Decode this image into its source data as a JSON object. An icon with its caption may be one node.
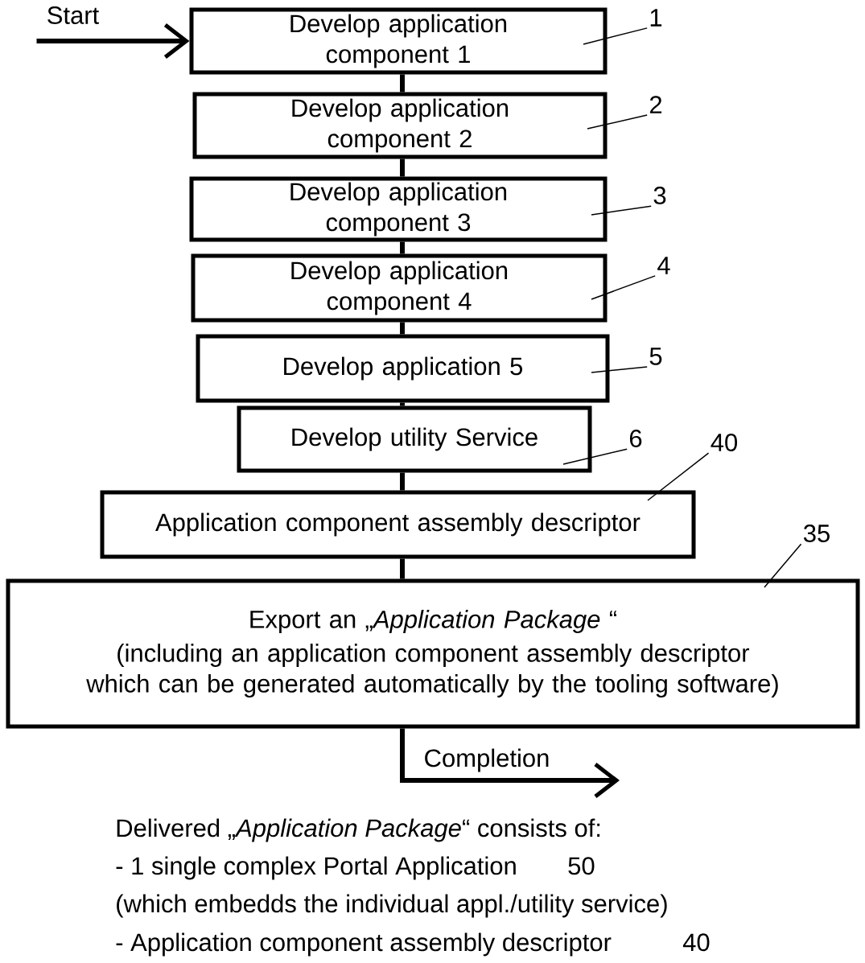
{
  "diagram": {
    "nodes": [
      {
        "text": [
          "Develop application component 1"
        ]
      },
      {
        "text": [
          "Develop application component 2"
        ]
      },
      {
        "text": [
          "Develop application component 3"
        ]
      },
      {
        "text": [
          "Develop application component 4"
        ]
      },
      {
        "text": [
          "Develop application 5"
        ]
      },
      {
        "text": [
          "Develop utility Service"
        ]
      },
      {
        "text": [
          "Application component assembly descriptor"
        ]
      },
      {
        "text": [
          "Export an „*Application Package* “",
          "(including an application component assembly descriptor which can be generated automatically by the tooling software)"
        ]
      },
      {
        "text": [
          "1"
        ]
      },
      {
        "text": [
          "2"
        ]
      },
      {
        "text": [
          "3"
        ]
      },
      {
        "text": [
          "4"
        ]
      },
      {
        "text": [
          "5"
        ]
      },
      {
        "text": [
          "6"
        ]
      },
      {
        "text": [
          "40"
        ]
      },
      {
        "text": [
          "35"
        ]
      }
    ],
    "edges": [
      {
        "from": null,
        "to": 0,
        "arrow": "to",
        "label": "Start"
      },
      {
        "from": 0,
        "to": 1,
        "arrow": "none"
      },
      {
        "from": 1,
        "to": 2,
        "arrow": "none"
      },
      {
        "from": 2,
        "to": 3,
        "arrow": "none"
      },
      {
        "from": 3,
        "to": 4,
        "arrow": "none"
      },
      {
        "from": 4,
        "to": 5,
        "arrow": "none"
      },
      {
        "from": 5,
        "to": 6,
        "arrow": "none"
      },
      {
        "from": 6,
        "to": 7,
        "arrow": "none"
      },
      {
        "from": 7,
        "to": null,
        "arrow": "to",
        "label": "Completion"
      },
      {
        "from": 8,
        "to": 0,
        "arrow": "none"
      },
      {
        "from": 9,
        "to": 1,
        "arrow": "none"
      },
      {
        "from": 10,
        "to": 2,
        "arrow": "none"
      },
      {
        "from": 11,
        "to": 3,
        "arrow": "none"
      },
      {
        "from": 12,
        "to": 4,
        "arrow": "none"
      },
      {
        "from": 13,
        "to": 5,
        "arrow": "none"
      },
      {
        "from": 14,
        "to": 6,
        "arrow": "none"
      },
      {
        "from": 15,
        "to": 7,
        "arrow": "none"
      }
    ],
    "labels": [
      "Delivered „*Application Package*“ consists of:",
      "-  1 single complex Portal Application",
      "50",
      "(which embedds the individual appl./utility service)",
      "-  Application component assembly descriptor",
      "40"
    ]
  }
}
